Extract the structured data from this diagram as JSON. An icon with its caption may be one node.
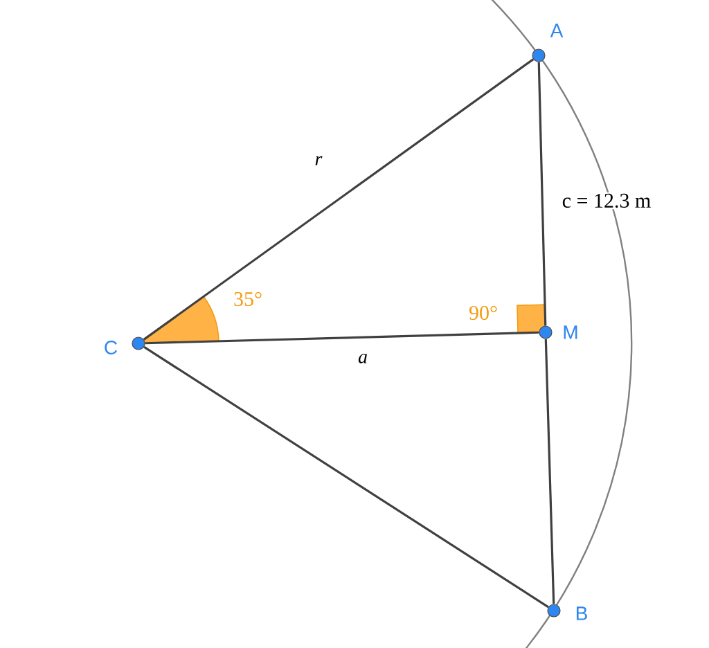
{
  "diagram": {
    "nodes": [
      {
        "text": [
          "A"
        ]
      },
      {
        "text": [
          "M"
        ]
      },
      {
        "text": [
          "C"
        ]
      },
      {
        "text": [
          "B"
        ]
      }
    ],
    "edges": [
      {
        "from": 2,
        "to": 0,
        "arrow": "none",
        "label": "r"
      },
      {
        "from": 0,
        "to": 1,
        "arrow": "none"
      },
      {
        "from": 1,
        "to": 3,
        "arrow": "none"
      },
      {
        "from": 2,
        "to": 1,
        "arrow": "none",
        "label": "a"
      },
      {
        "from": 2,
        "to": 3,
        "arrow": "none"
      }
    ],
    "labels": [
      "35°",
      "90°",
      "c = 12.3 m"
    ]
  }
}
